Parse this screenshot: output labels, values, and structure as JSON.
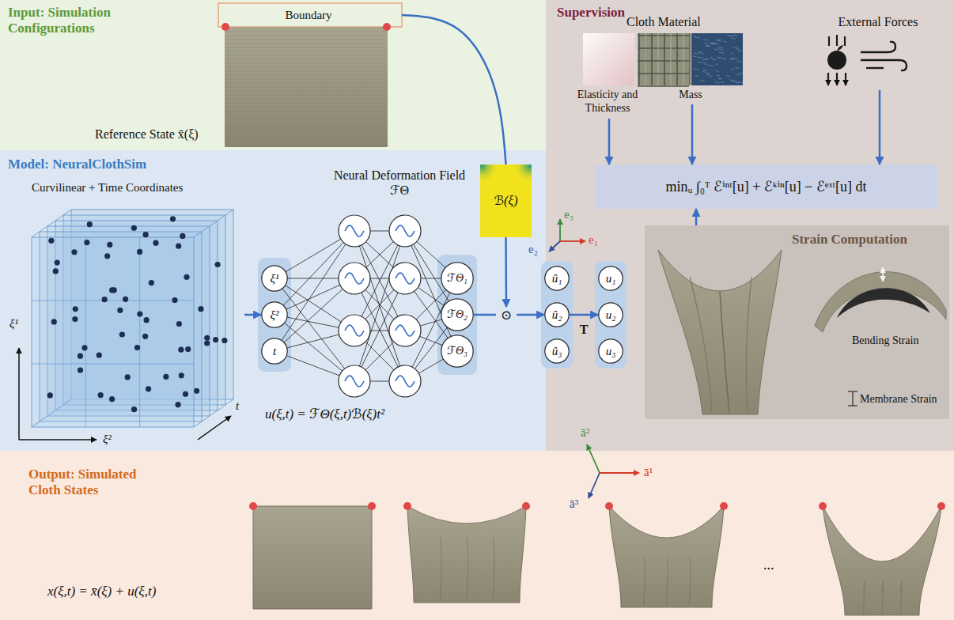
{
  "diagram": {
    "nodes": [
      {
        "text": [
          "Input: Simulation Configurations"
        ]
      },
      {
        "text": [
          "Boundary"
        ],
        "in": 0
      },
      {
        "text": [
          "Supervision"
        ]
      },
      {
        "text": [
          "Elasticity and Thickness"
        ],
        "in": 2
      },
      {
        "text": [
          "Mass"
        ],
        "in": 2
      },
      {
        "text": [
          "External Forces"
        ],
        "in": 2
      },
      {
        "text": [
          "minᵤ ∫₀ᵀ ℰⁱⁿᵗ[u] + ℰᵏⁱⁿ[u] − ℰᵉˣᵗ[u] dt"
        ],
        "in": 2
      },
      {
        "text": [
          "Strain Computation",
          "Bending Strain",
          "Membrane Strain"
        ],
        "in": 2
      },
      {
        "text": [
          "Model: NeuralClothSim"
        ]
      },
      {
        "text": [
          "Curvilinear + Time Coordinates"
        ],
        "in": 8
      },
      {
        "text": [
          "ξ¹"
        ],
        "in": 8
      },
      {
        "text": [
          "ξ²"
        ],
        "in": 8
      },
      {
        "text": [
          "t"
        ],
        "in": 8
      },
      {
        "text": [
          "ℬ(ξ)"
        ],
        "in": 8
      },
      {
        "text": [
          "ℱΘ₁"
        ],
        "in": 8
      },
      {
        "text": [
          "ℱΘ₂"
        ],
        "in": 8
      },
      {
        "text": [
          "ℱΘ₃"
        ],
        "in": 8
      },
      {
        "text": [
          "⊙"
        ],
        "in": 8
      },
      {
        "text": [
          "û₁"
        ]
      },
      {
        "text": [
          "û₂"
        ]
      },
      {
        "text": [
          "û₃"
        ]
      },
      {
        "text": [
          "u₁"
        ]
      },
      {
        "text": [
          "u₂"
        ]
      },
      {
        "text": [
          "u₃"
        ]
      },
      {
        "text": [
          "Output: Simulated Cloth States"
        ]
      }
    ],
    "edges": [
      {
        "from": 9,
        "to": 11,
        "arrow": "to"
      },
      {
        "from": 1,
        "to": 13,
        "arrow": "none"
      },
      {
        "from": 13,
        "to": 17,
        "arrow": "to"
      },
      {
        "from": 15,
        "to": 17,
        "arrow": "none"
      },
      {
        "from": 17,
        "to": 19,
        "arrow": "to"
      },
      {
        "from": 19,
        "to": 22,
        "arrow": "to",
        "label": "T"
      },
      {
        "from": 3,
        "to": 6,
        "arrow": "to"
      },
      {
        "from": 4,
        "to": 6,
        "arrow": "to"
      },
      {
        "from": 5,
        "to": 6,
        "arrow": "to"
      },
      {
        "from": 7,
        "to": 6,
        "arrow": "to"
      }
    ],
    "labels": [
      "Reference State x̄(ξ)",
      "Cloth Material",
      "Neural Deformation Field ℱΘ",
      "u(ξ,t) = ℱΘ(ξ,t)ℬ(ξ)t²",
      "ξ¹",
      "ξ²",
      "t",
      "e₃",
      "e₁",
      "e₂",
      "ā²",
      "ā¹",
      "ā³",
      "...",
      "x(ξ,t) = x̄(ξ) + u(ξ,t)"
    ]
  }
}
